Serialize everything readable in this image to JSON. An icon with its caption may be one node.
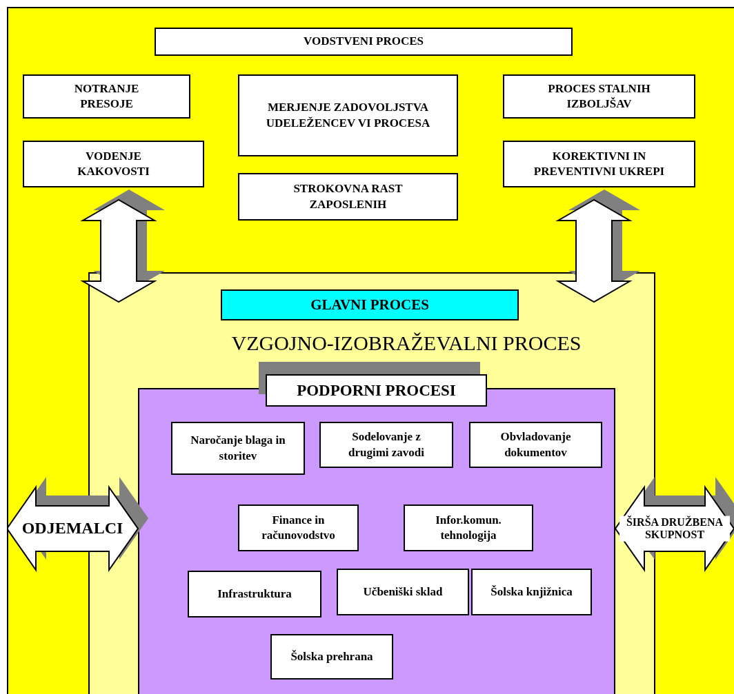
{
  "diagram": {
    "nodes": [
      {
        "text": [
          "VODSTVENI PROCES"
        ]
      },
      {
        "text": [
          "NOTRANJE PRESOJE"
        ]
      },
      {
        "text": [
          "MERJENJE ZADOVOLJSTVA UDELEŽENCEV VI PROCESA"
        ]
      },
      {
        "text": [
          "PROCES STALNIH IZBOLJŠAV"
        ]
      },
      {
        "text": [
          "VODENJE KAKOVOSTI"
        ]
      },
      {
        "text": [
          "KOREKTIVNI IN PREVENTIVNI UKREPI"
        ]
      },
      {
        "text": [
          "STROKOVNA RAST ZAPOSLENIH"
        ]
      },
      {
        "text": [
          "VZGOJNO-IZOBRAŽEVALNI PROCES"
        ]
      },
      {
        "text": [
          "GLAVNI PROCES"
        ],
        "in": 7
      },
      {
        "text": [
          "PODPORNI PROCESI"
        ],
        "in": 7
      },
      {
        "text": [
          "Naročanje blaga in storitev"
        ],
        "in": 9
      },
      {
        "text": [
          "Sodelovanje z drugimi zavodi"
        ],
        "in": 9
      },
      {
        "text": [
          "Obvladovanje dokumentov"
        ],
        "in": 9
      },
      {
        "text": [
          "Finance in računovodstvo"
        ],
        "in": 9
      },
      {
        "text": [
          "Infor.komun. tehnologija"
        ],
        "in": 9
      },
      {
        "text": [
          "Infrastruktura"
        ],
        "in": 9
      },
      {
        "text": [
          "Učbeniški sklad"
        ],
        "in": 9
      },
      {
        "text": [
          "Šolska knjižnica"
        ],
        "in": 9
      },
      {
        "text": [
          "Šolska prehrana"
        ],
        "in": 9
      }
    ],
    "edges": [
      {
        "from": 4,
        "to": 7,
        "arrow": "both",
        "style": "thick"
      },
      {
        "from": 5,
        "to": 7,
        "arrow": "both",
        "style": "thick"
      },
      {
        "from": null,
        "to": 9,
        "arrow": "both",
        "style": "thick",
        "label": "ODJEMALCI"
      },
      {
        "from": null,
        "to": 9,
        "arrow": "both",
        "style": "thick",
        "label": "ŠIRŠA DRUŽBENA SKUPNOST"
      }
    ]
  }
}
